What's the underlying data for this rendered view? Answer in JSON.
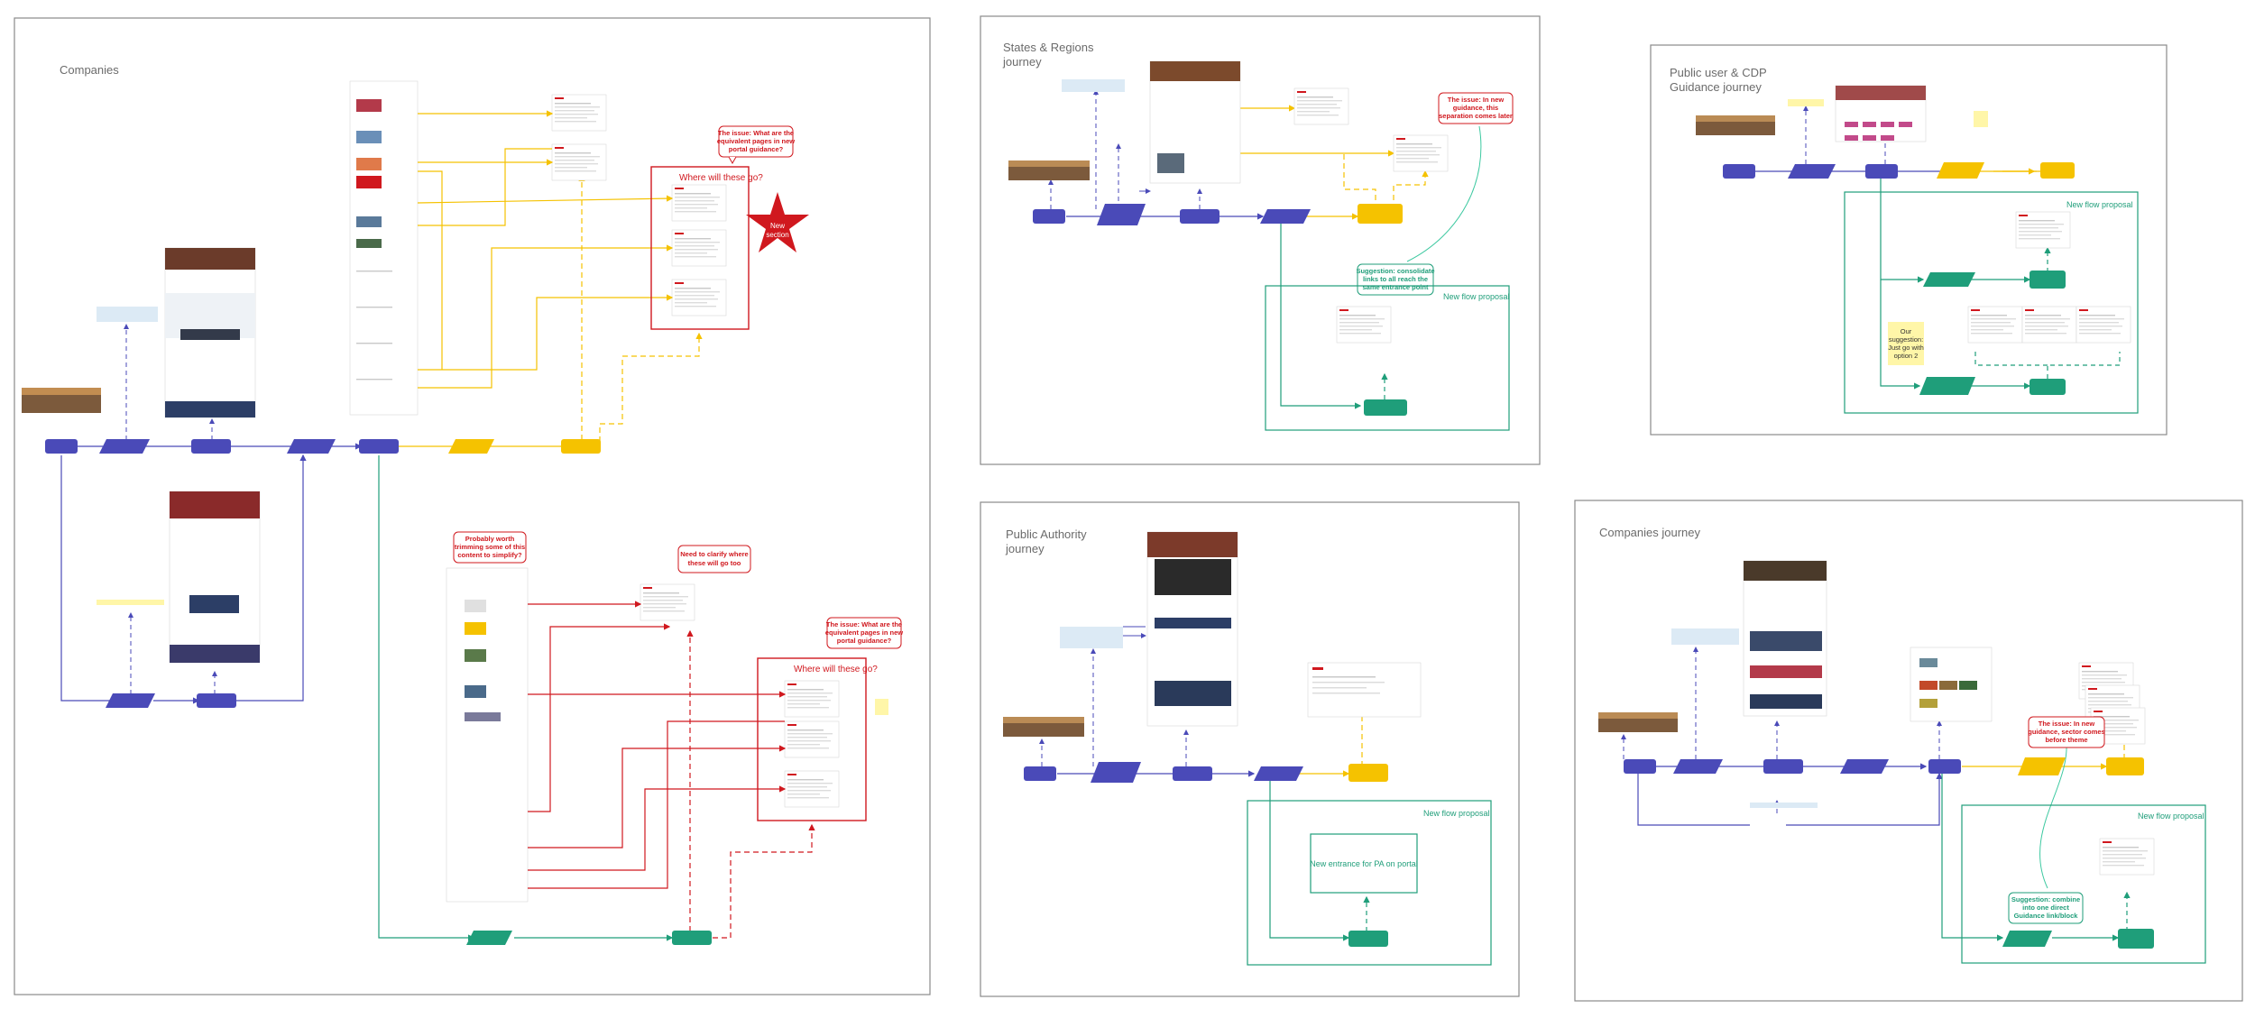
{
  "colors": {
    "frame_border": "#8a8a8a",
    "flow_blue": "#4a4ab8",
    "flow_yellow": "#f5c200",
    "flow_red": "#d0181e",
    "flow_green": "#1f9e7a",
    "note_yellow": "#fff6a8"
  },
  "frames": {
    "companies": {
      "title": "Companies"
    },
    "states_regions": {
      "title_line1": "States & Regions",
      "title_line2": "journey"
    },
    "public_user": {
      "title_line1": "Public user & CDP",
      "title_line2": "Guidance journey"
    },
    "public_authority": {
      "title_line1": "Public Authority",
      "title_line2": "journey"
    },
    "companies_journey": {
      "title": "Companies journey"
    }
  },
  "callouts": {
    "companies_issue_1": {
      "line1": "The issue: What are the",
      "line2": "equivalent pages in new",
      "line3": "portal guidance?"
    },
    "companies_trim": {
      "line1": "Probably worth",
      "line2": "trimming some of this",
      "line3": "content to simplify?"
    },
    "companies_clarify": {
      "line1": "Need to clarify where",
      "line2": "these will go too"
    },
    "companies_issue_2": {
      "line1": "The issue: What are the",
      "line2": "equivalent pages in new",
      "line3": "portal guidance?"
    },
    "states_issue": {
      "line1": "The issue: In new",
      "line2": "guidance, this",
      "line3": "separation comes later"
    },
    "states_suggestion": {
      "line1": "Suggestion: consolidate",
      "line2": "links to all reach the",
      "line3": "same entrance point"
    },
    "cj_issue": {
      "line1": "The issue: In new",
      "line2": "guidance, sector comes",
      "line3": "before theme"
    },
    "cj_suggestion": {
      "line1": "Suggestion: combine",
      "line2": "into one direct",
      "line3": "Guidance link/block"
    }
  },
  "labels": {
    "where_1": "Where will these go?",
    "where_2": "Where will these go?",
    "new_section_line1": "New",
    "new_section_line2": "section",
    "new_flow_states": "New flow proposal",
    "new_flow_public_user": "New flow proposal",
    "new_flow_authority": "New flow proposal",
    "new_flow_companies": "New flow proposal",
    "new_entrance": "New entrance for PA on portal",
    "our_suggestion_line1": "Our",
    "our_suggestion_line2": "suggestion:",
    "our_suggestion_line3": "Just go with",
    "our_suggestion_line4": "option 2"
  }
}
